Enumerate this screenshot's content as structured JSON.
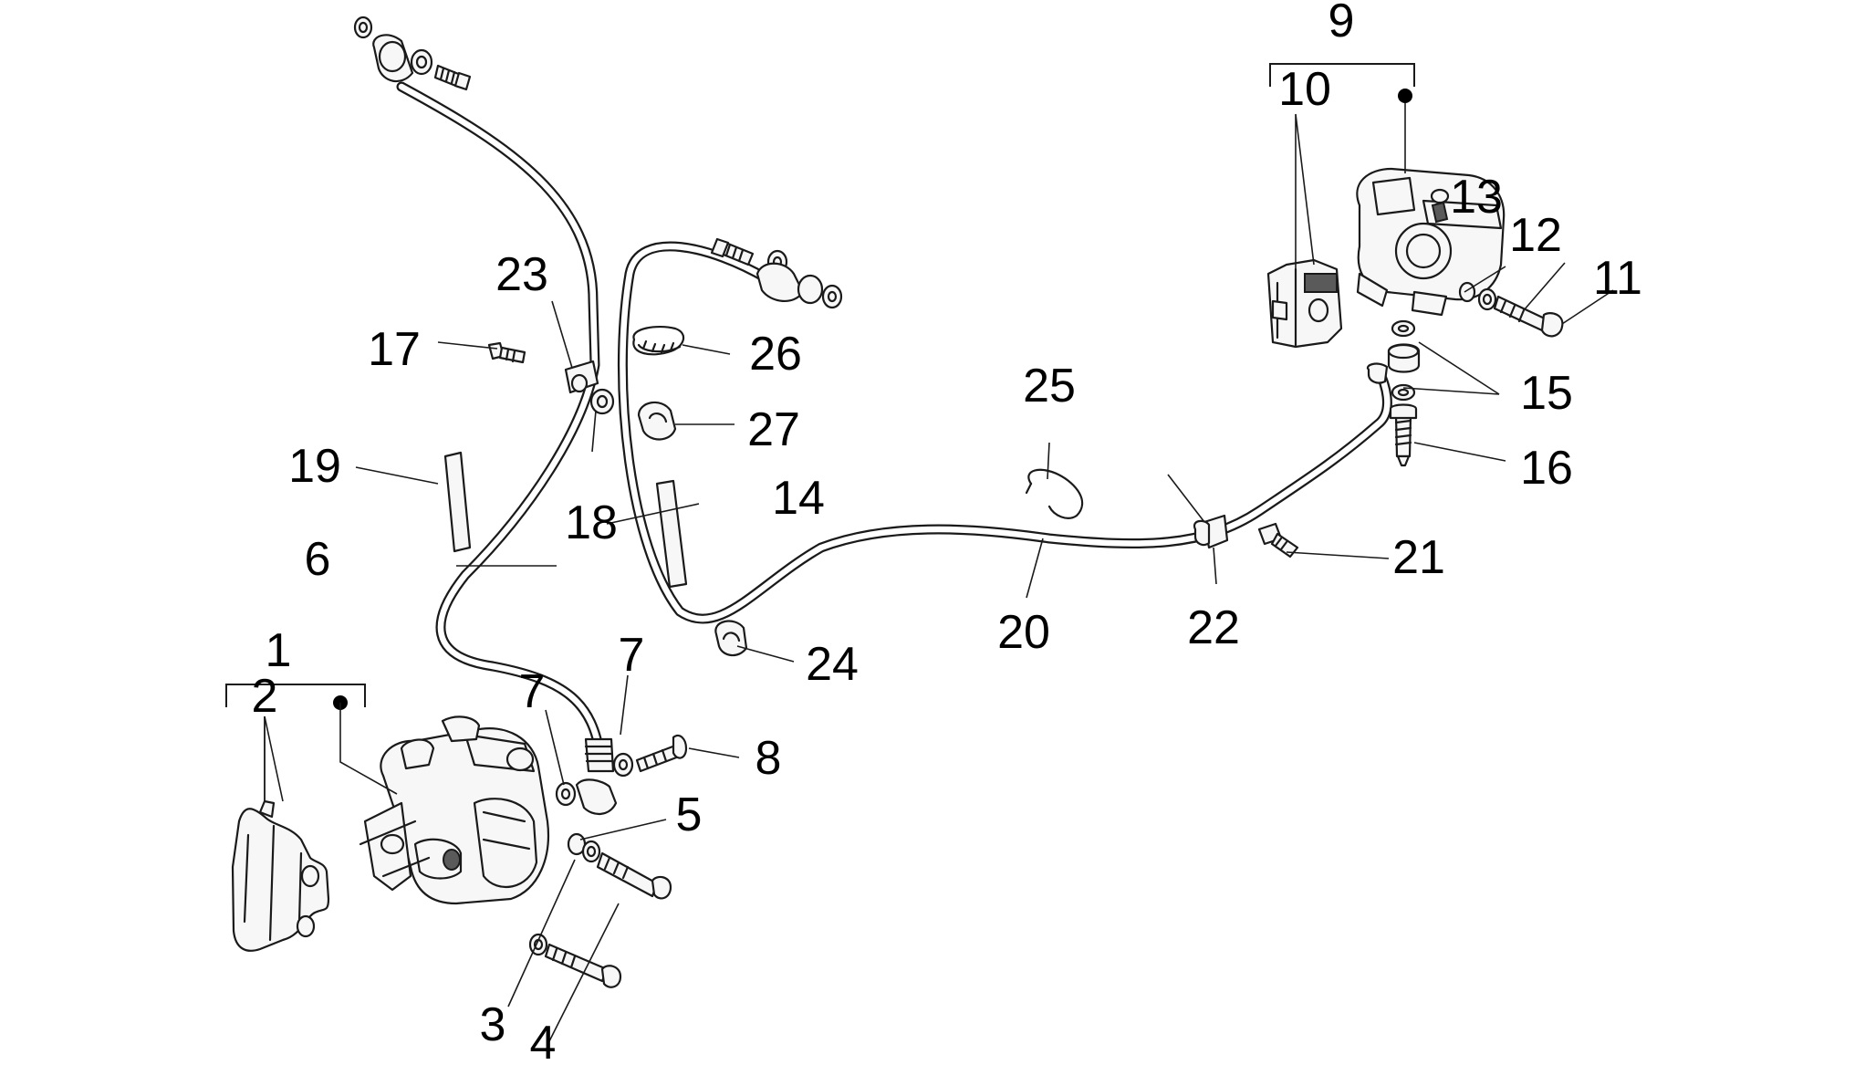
{
  "callouts": [
    {
      "id": "1",
      "text": "1"
    },
    {
      "id": "2",
      "text": "2"
    },
    {
      "id": "3",
      "text": "3"
    },
    {
      "id": "4",
      "text": "4"
    },
    {
      "id": "5",
      "text": "5"
    },
    {
      "id": "6",
      "text": "6"
    },
    {
      "id": "7a",
      "text": "7"
    },
    {
      "id": "7b",
      "text": "7"
    },
    {
      "id": "8",
      "text": "8"
    },
    {
      "id": "9",
      "text": "9"
    },
    {
      "id": "10",
      "text": "10"
    },
    {
      "id": "11",
      "text": "11"
    },
    {
      "id": "12",
      "text": "12"
    },
    {
      "id": "13",
      "text": "13"
    },
    {
      "id": "14",
      "text": "14"
    },
    {
      "id": "15",
      "text": "15"
    },
    {
      "id": "16",
      "text": "16"
    },
    {
      "id": "17",
      "text": "17"
    },
    {
      "id": "18",
      "text": "18"
    },
    {
      "id": "19",
      "text": "19"
    },
    {
      "id": "20",
      "text": "20"
    },
    {
      "id": "21",
      "text": "21"
    },
    {
      "id": "22",
      "text": "22"
    },
    {
      "id": "23",
      "text": "23"
    },
    {
      "id": "24",
      "text": "24"
    },
    {
      "id": "25",
      "text": "25"
    },
    {
      "id": "26",
      "text": "26"
    },
    {
      "id": "27",
      "text": "27"
    }
  ],
  "colors": {
    "line": "#1a1a1a",
    "background": "#ffffff"
  }
}
